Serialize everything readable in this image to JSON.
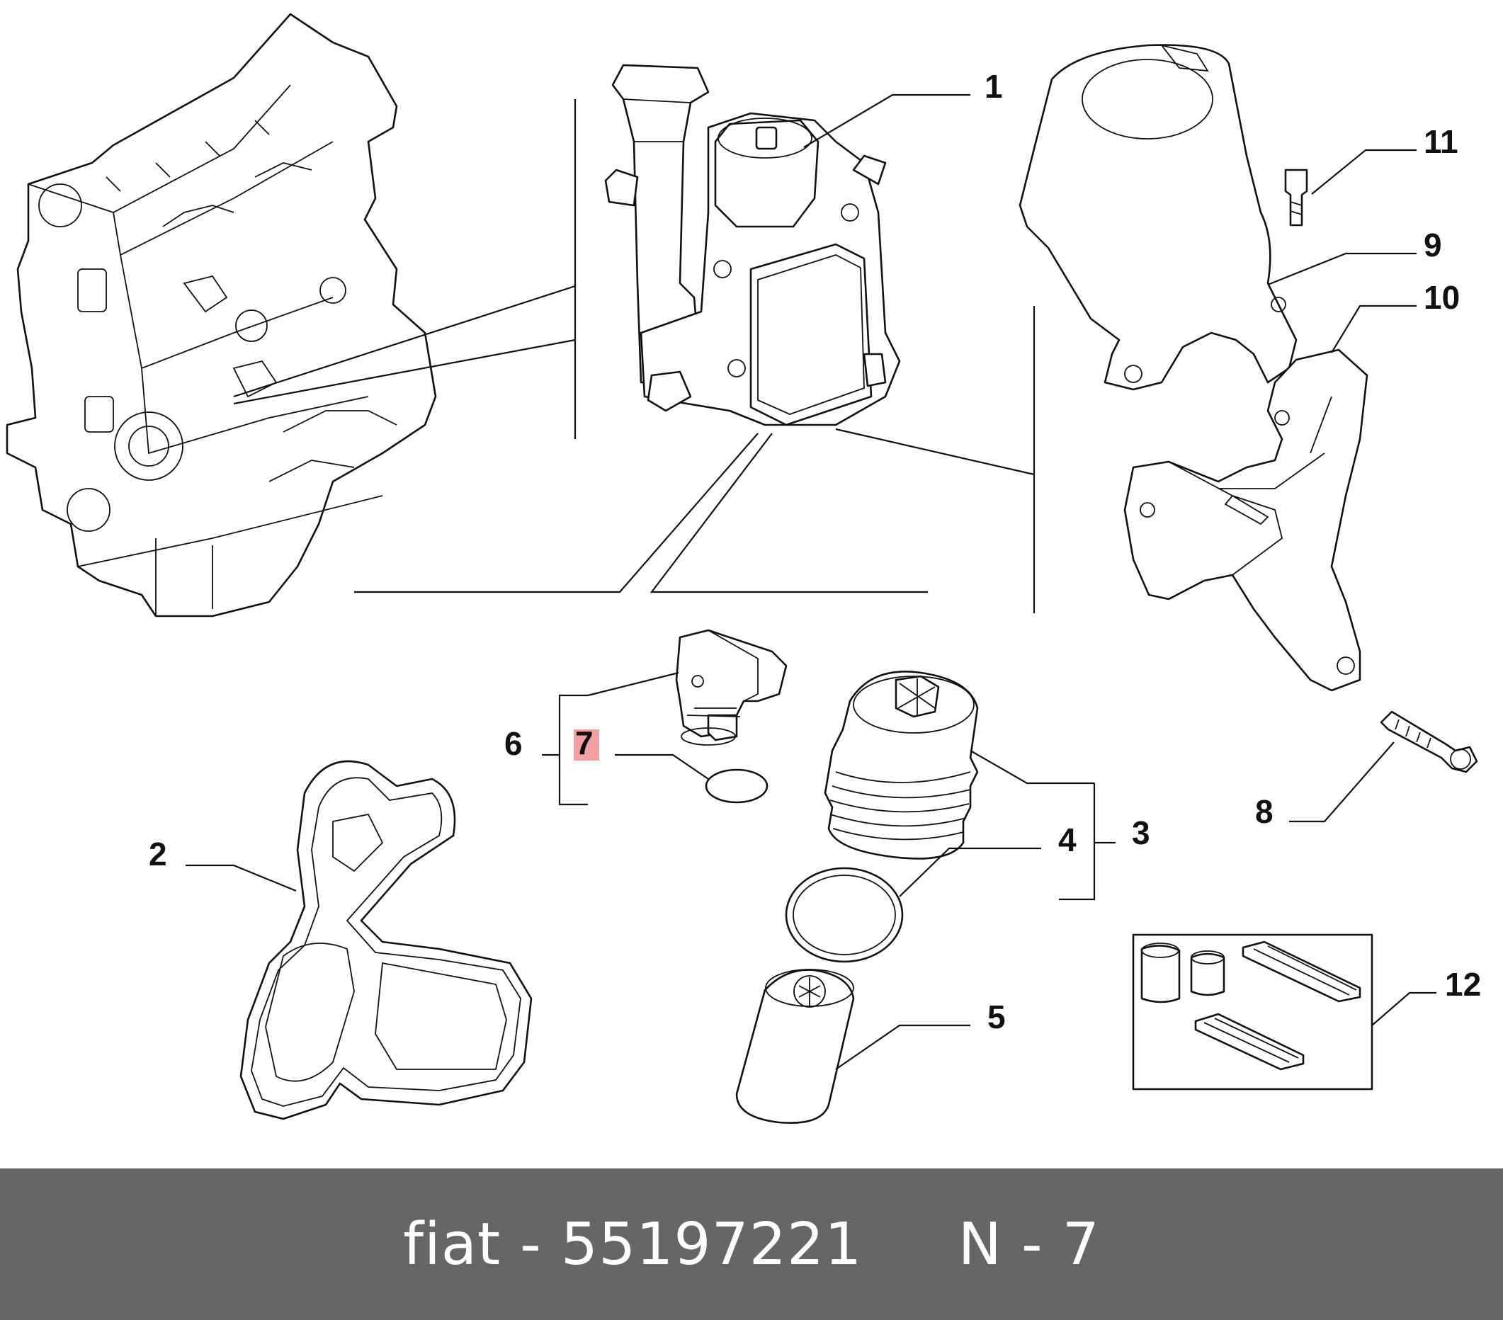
{
  "callouts": {
    "c1": "1",
    "c2": "2",
    "c3": "3",
    "c4": "4",
    "c5": "5",
    "c6": "6",
    "c7": "7",
    "c8": "8",
    "c9": "9",
    "c10": "10",
    "c11": "11",
    "c12": "12"
  },
  "highlight": {
    "callout": "7",
    "color": "#f4a0a0"
  },
  "caption": {
    "brand": "fiat",
    "separator": " - ",
    "part_number": "55197221",
    "gap": "     ",
    "ref_prefix": "N - ",
    "ref_number": "7"
  }
}
